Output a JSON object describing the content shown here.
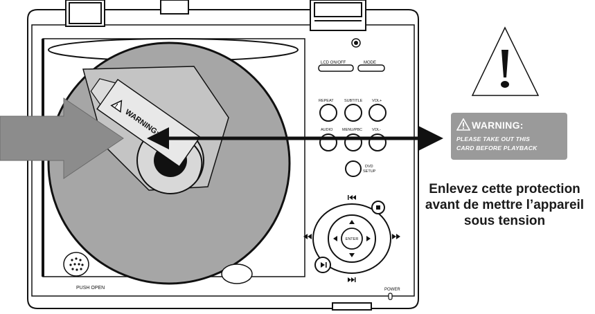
{
  "device_labels": {
    "lcd_on_off": "LCD ON/OFF",
    "mode": "MODE",
    "repeat": "REPEAT",
    "subtitle": "SUBTITLE",
    "vol_plus": "VOL+",
    "audio": "AUDIO",
    "menu_pbc": "MENU/PBC",
    "vol_minus": "VOL-",
    "dvd_setup_1": "DVD",
    "dvd_setup_2": "SETUP",
    "enter": "ENTER",
    "push_open": "PUSH OPEN",
    "power": "POWER"
  },
  "disc_card_warning": "WARNING:",
  "warning_card": {
    "title": "WARNING:",
    "line1": "PLEASE TAKE OUT THIS",
    "line2": "CARD BEFORE PLAYBACK"
  },
  "caption": {
    "line1": "Enlevez cette protection",
    "line2": "avant de mettre l’appareil",
    "line3": "sous tension"
  },
  "colors": {
    "disc_gray": "#a6a6a6",
    "card_gray": "#9a9a9a",
    "outline": "#111111",
    "arrow_gray": "#8c8c8c"
  },
  "icons": [
    "warning-triangle-icon",
    "play-pause-icon",
    "stop-icon",
    "skip-prev-icon",
    "skip-next-icon",
    "rewind-icon",
    "fast-forward-icon",
    "arrow-up-icon",
    "arrow-down-icon",
    "arrow-left-icon",
    "arrow-right-icon"
  ]
}
